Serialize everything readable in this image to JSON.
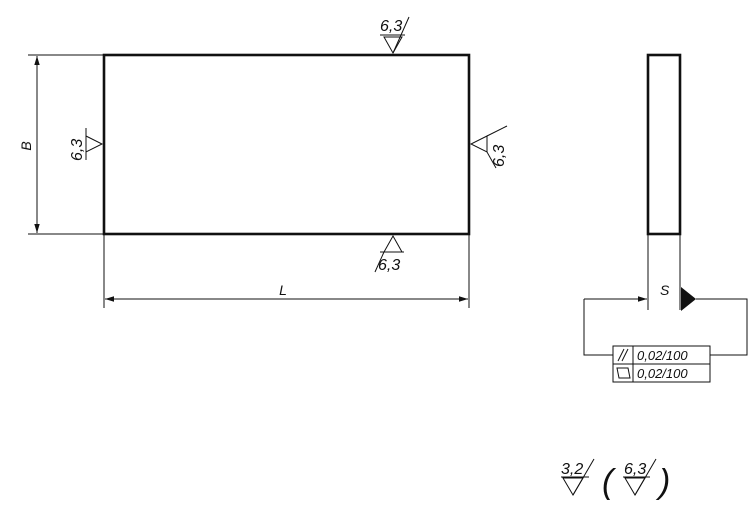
{
  "dimensions": {
    "length_label": "L",
    "width_label": "B",
    "thickness_label": "S"
  },
  "surface_finish": {
    "top": "6,3",
    "bottom": "6,3",
    "left": "6,3",
    "right": "6,3",
    "general": "3,2",
    "other": "6,3"
  },
  "tolerance_frame": {
    "rows": [
      {
        "symbol": "parallelism-icon",
        "value": "0,02/100"
      },
      {
        "symbol": "flatness-icon",
        "value": "0,02/100"
      }
    ]
  }
}
